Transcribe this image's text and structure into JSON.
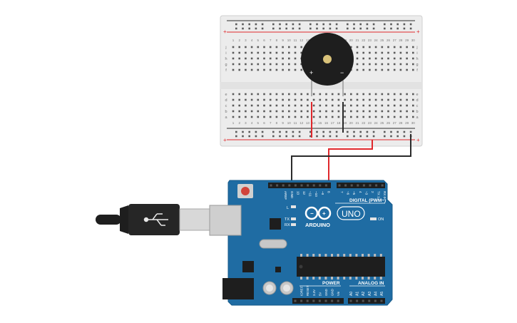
{
  "breadboard": {
    "row_labels_top": [
      "j",
      "i",
      "h",
      "g",
      "f"
    ],
    "row_labels_bottom": [
      "e",
      "d",
      "c",
      "b",
      "a"
    ],
    "column_numbers": [
      "1",
      "2",
      "3",
      "4",
      "5",
      "6",
      "7",
      "8",
      "9",
      "10",
      "11",
      "12",
      "13",
      "14",
      "15",
      "16",
      "17",
      "18",
      "19",
      "20",
      "21",
      "22",
      "23",
      "24",
      "25",
      "26",
      "27",
      "28",
      "29",
      "30"
    ],
    "rail_plus": "+",
    "rail_minus": "−"
  },
  "buzzer": {
    "plus_label": "+",
    "minus_label": "−"
  },
  "arduino": {
    "logo_text": "ARDUINO",
    "uno_text": "UNO",
    "on_label": "ON",
    "l_label": "L",
    "tx_label": "TX",
    "rx_label": "RX",
    "digital_label": "DIGITAL (PWM~)",
    "power_label": "POWER",
    "analog_label": "ANALOG IN",
    "top_header_labels": [
      "AREF",
      "GND",
      "13",
      "12",
      "~11",
      "~10",
      "~9",
      "8",
      "7",
      "~6",
      "~5",
      "4",
      "~3",
      "2",
      "TX 1",
      "RX 0"
    ],
    "power_header_labels": [
      "IOREF",
      "RESET",
      "3.3V",
      "5V",
      "GND",
      "GND",
      "Vin"
    ],
    "analog_header_labels": [
      "A0",
      "A1",
      "A2",
      "A3",
      "A4",
      "A5"
    ]
  },
  "colors": {
    "board_blue": "#1f6ca3",
    "wire_red": "#e0282c",
    "wire_black": "#2b2b2b",
    "breadboard": "#ececec"
  }
}
